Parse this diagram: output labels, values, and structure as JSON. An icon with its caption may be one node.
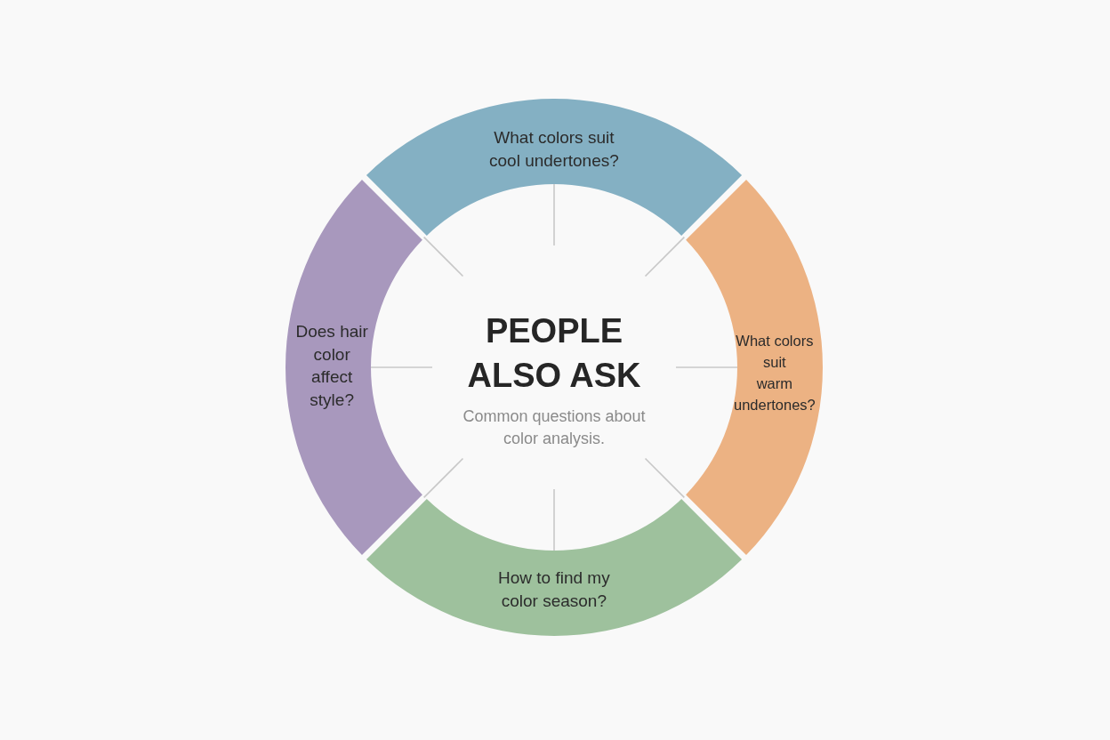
{
  "diagram": {
    "nodes": [
      {
        "text": [
          "What colors suit cool undertones?"
        ]
      },
      {
        "text": [
          "Does hair color affect style?"
        ]
      },
      {
        "text": [
          "PEOPLE ALSO ASK",
          "Common questions about color analysis."
        ]
      },
      {
        "text": [
          "What colors suit warm undertones?"
        ]
      },
      {
        "text": [
          "How to find my color season?"
        ]
      }
    ],
    "edges": [
      {
        "from": 2,
        "to": 0,
        "arrow": "none"
      },
      {
        "from": 2,
        "to": 1,
        "arrow": "none"
      },
      {
        "from": 2,
        "to": 3,
        "arrow": "none"
      },
      {
        "from": 2,
        "to": 4,
        "arrow": "none"
      }
    ]
  }
}
